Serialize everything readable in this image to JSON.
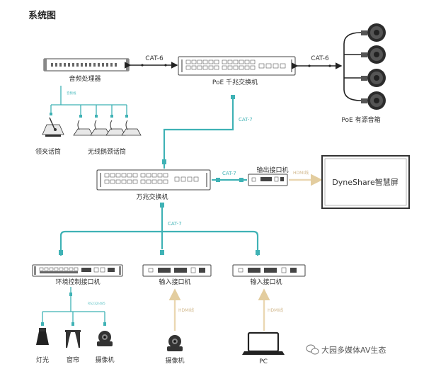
{
  "title": "系统图",
  "labels": {
    "audio_processor": "音频处理器",
    "poe_switch": "PoE 千兆交换机",
    "poe_speakers": "PoE 有源音箱",
    "lapel_mic": "领夹话筒",
    "wireless_gooseneck_mic": "无线鹅颈话筒",
    "main_switch": "万兆交换机",
    "output_interface": "输出接口机",
    "screen": "DyneShare智慧屏",
    "env_control": "环境控制接口机",
    "input_interface_1": "输入接口机",
    "input_interface_2": "输入接口机",
    "light": "灯光",
    "curtain": "窗帘",
    "camera_left": "摄像机",
    "camera_bottom": "摄像机",
    "pc": "PC"
  },
  "cables": {
    "cat6_left": "CAT-6",
    "cat6_right": "CAT-6",
    "cat7_top": "CAT-7",
    "cat7_mid": "CAT-7",
    "cat7_bottom": "CAT-7",
    "audio_line": "音频线",
    "hdmi_out": "HDMI线",
    "rs232": "RS232/485",
    "hdmi_in": "HDMI线",
    "pc_in": "HDMI线"
  },
  "watermark": "大园多媒体AV生态",
  "colors": {
    "cat7": "#3fb2b5",
    "hdmi": "#ead7b2",
    "cat6": "#222222"
  }
}
